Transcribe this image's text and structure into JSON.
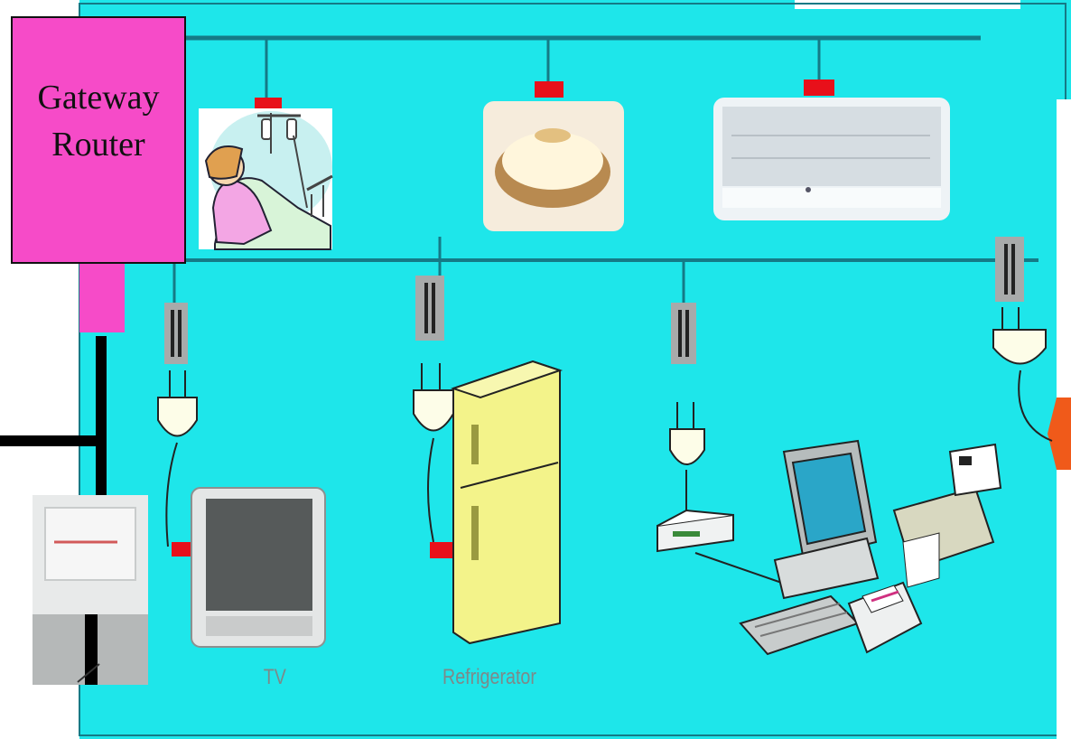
{
  "router": {
    "line1": "Gateway",
    "line2": "Router"
  },
  "labels": {
    "tv": "TV",
    "refrigerator": "Refrigerator"
  },
  "colors": {
    "background": "#1ee6ea",
    "router": "#f64bc8",
    "bus_line": "#157a86",
    "connector": "#e8101a"
  },
  "icons": [
    "patient-bed-icon",
    "ceiling-light-icon",
    "air-conditioner-icon",
    "television-icon",
    "refrigerator-icon",
    "network-hub-icon",
    "computer-icon",
    "printer-icon",
    "fax-machine-icon",
    "meter-icon",
    "plug-icon"
  ]
}
